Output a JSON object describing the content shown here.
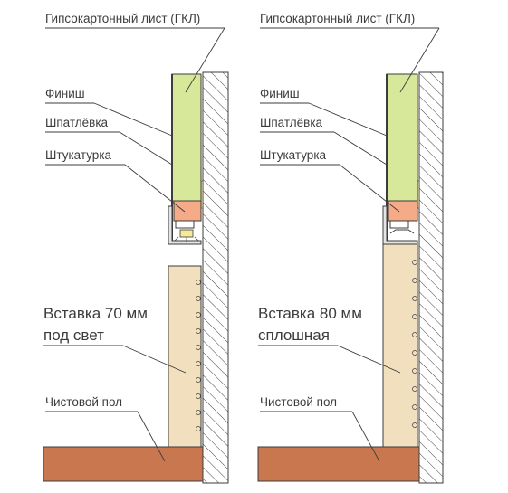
{
  "colors": {
    "gkl": "#d8e89a",
    "plaster": "#f5aa88",
    "insert": "#f2dfbe",
    "floor": "#c9774e",
    "hatch": "#444444",
    "light": "#f7e89a"
  },
  "left": {
    "gkl_label": "Гипсокартонный лист (ГКЛ)",
    "finish_label": "Финиш",
    "putty_label": "Шпатлёвка",
    "plaster_label": "Штукатурка",
    "insert_label_line1": "Вставка 70 мм",
    "insert_label_line2": "под свет",
    "floor_label": "Чистовой пол"
  },
  "right": {
    "gkl_label": "Гипсокартонный лист (ГКЛ)",
    "finish_label": "Финиш",
    "putty_label": "Шпатлёвка",
    "plaster_label": "Штукатурка",
    "insert_label_line1": "Вставка 80 мм",
    "insert_label_line2": "сплошная",
    "floor_label": "Чистовой пол"
  }
}
